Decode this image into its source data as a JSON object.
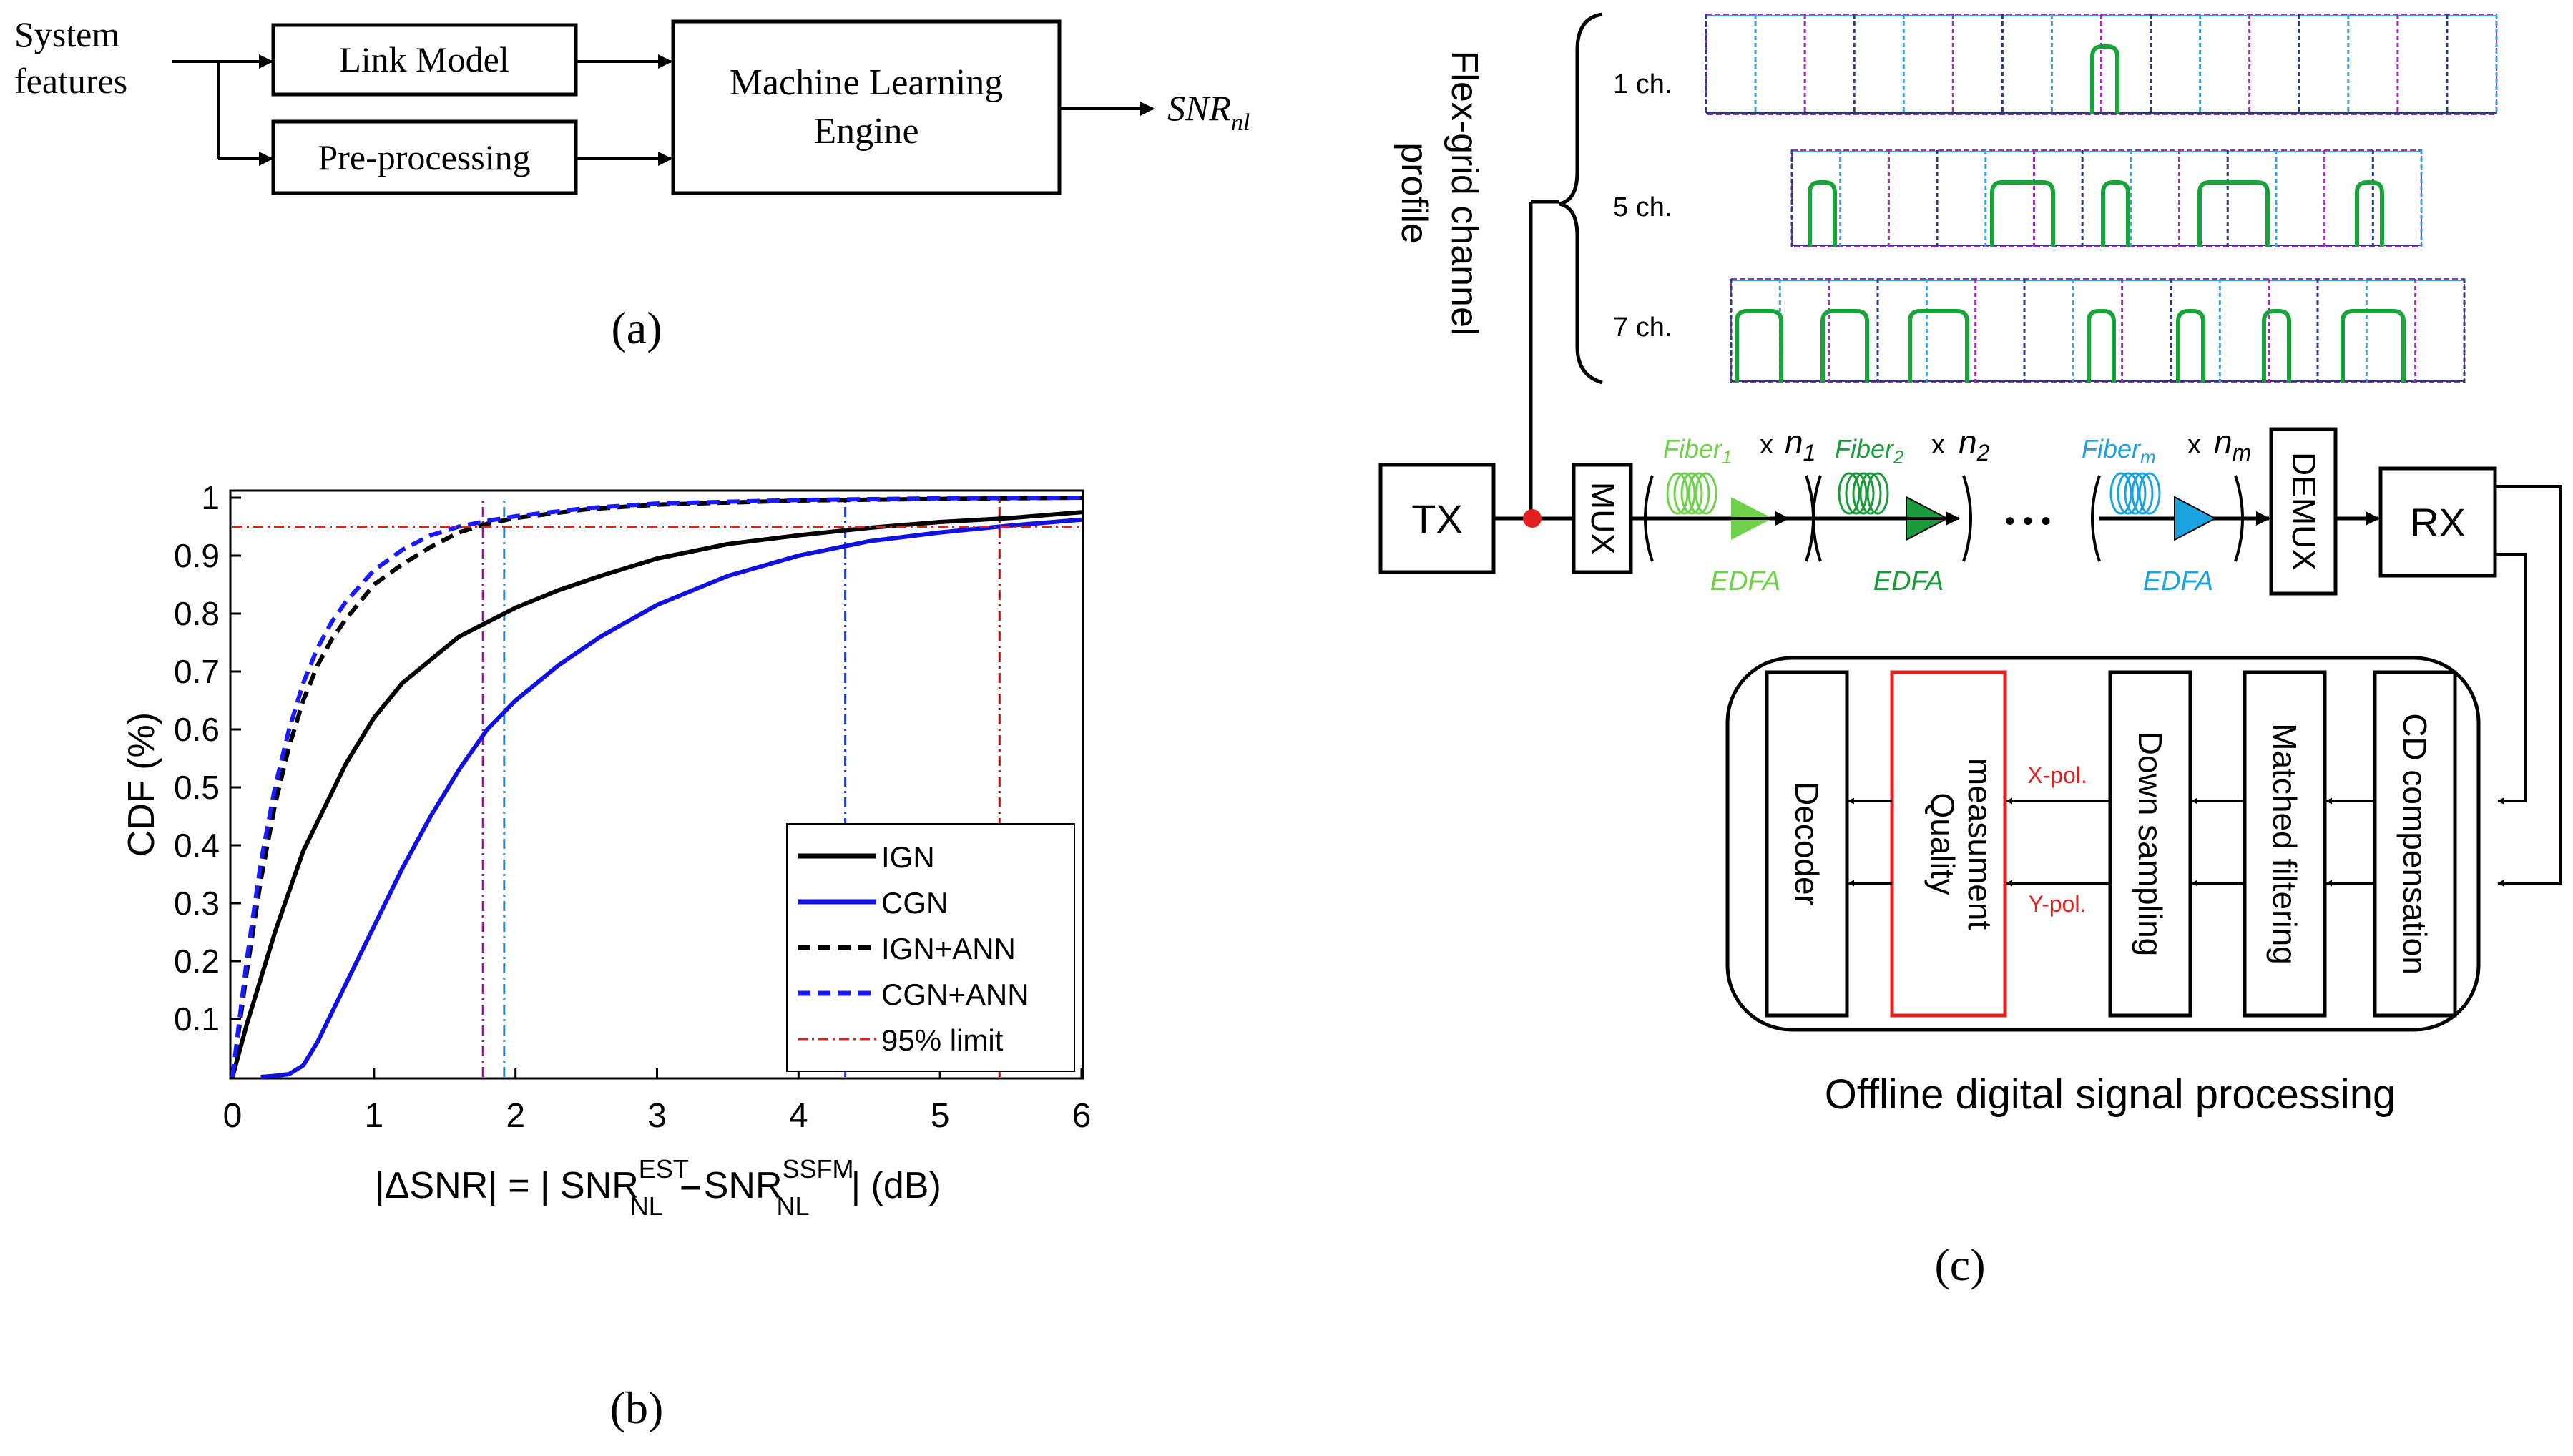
{
  "panel_a": {
    "input_line1": "System",
    "input_line2": "features",
    "link_model": "Link Model",
    "pre_processing": "Pre-processing",
    "ml_line1": "Machine Learning",
    "ml_line2": "Engine",
    "output_main": "SNR",
    "output_sub": "nl",
    "caption": "(a)"
  },
  "panel_b": {
    "caption": "(b)",
    "ylabel": "CDF (%)",
    "xlabel": {
      "prefix": "|ΔSNR| = | SNR",
      "est_sup": "EST",
      "est_sub": "NL",
      "minus": "–",
      "ssfm_main": "SNR",
      "ssfm_sup": "SSFM",
      "ssfm_sub": "NL",
      "suffix": "| (dB)"
    },
    "x_ticks": [
      "0",
      "1",
      "2",
      "3",
      "4",
      "5",
      "6"
    ],
    "y_ticks": [
      "0.1",
      "0.2",
      "0.3",
      "0.4",
      "0.5",
      "0.6",
      "0.7",
      "0.8",
      "0.9",
      "1"
    ]
  },
  "chart_data": {
    "type": "line",
    "title": "",
    "xlabel": "|ΔSNR| = | SNR_NL^EST – SNR_NL^SSFM | (dB)",
    "ylabel": "CDF (%)",
    "xlim": [
      0,
      6
    ],
    "ylim": [
      0,
      1
    ],
    "grid": false,
    "legend_position": "bottom-right",
    "colors": {
      "IGN": "#000000",
      "CGN": "#1010e0",
      "IGN+ANN": "#000000",
      "CGN+ANN": "#1a1aff",
      "limit_red": "#e02020",
      "limit_purple": "#8b1a8b",
      "limit_cyan": "#1e88c8",
      "limit_blue": "#1a3ad0",
      "limit_darkred": "#a01010"
    },
    "series": [
      {
        "name": "IGN",
        "style": "solid",
        "x": [
          0,
          0.1,
          0.2,
          0.3,
          0.4,
          0.5,
          0.6,
          0.7,
          0.8,
          0.9,
          1.0,
          1.2,
          1.4,
          1.6,
          1.8,
          2.0,
          2.3,
          2.6,
          3.0,
          3.5,
          4.0,
          4.5,
          5.0,
          5.5,
          6.0
        ],
        "y": [
          0,
          0.09,
          0.17,
          0.25,
          0.32,
          0.39,
          0.44,
          0.49,
          0.54,
          0.58,
          0.62,
          0.68,
          0.72,
          0.76,
          0.785,
          0.81,
          0.84,
          0.865,
          0.895,
          0.92,
          0.935,
          0.948,
          0.958,
          0.965,
          0.975
        ]
      },
      {
        "name": "CGN",
        "style": "solid",
        "x": [
          0.2,
          0.3,
          0.4,
          0.5,
          0.6,
          0.7,
          0.8,
          0.9,
          1.0,
          1.1,
          1.2,
          1.4,
          1.6,
          1.8,
          2.0,
          2.3,
          2.6,
          3.0,
          3.5,
          4.0,
          4.5,
          5.0,
          5.5,
          6.0
        ],
        "y": [
          0,
          0.002,
          0.005,
          0.02,
          0.06,
          0.11,
          0.16,
          0.21,
          0.26,
          0.31,
          0.36,
          0.45,
          0.53,
          0.6,
          0.65,
          0.71,
          0.76,
          0.815,
          0.865,
          0.9,
          0.925,
          0.94,
          0.952,
          0.962
        ]
      },
      {
        "name": "IGN+ANN",
        "style": "dashed",
        "x": [
          0,
          0.1,
          0.2,
          0.3,
          0.4,
          0.5,
          0.6,
          0.7,
          0.8,
          1.0,
          1.2,
          1.4,
          1.6,
          1.8,
          2.0,
          2.5,
          3.0,
          4.0,
          5.0,
          6.0
        ],
        "y": [
          0,
          0.18,
          0.34,
          0.47,
          0.57,
          0.65,
          0.71,
          0.755,
          0.79,
          0.85,
          0.885,
          0.915,
          0.94,
          0.955,
          0.965,
          0.98,
          0.988,
          0.995,
          0.998,
          1.0
        ]
      },
      {
        "name": "CGN+ANN",
        "style": "dashed",
        "x": [
          0,
          0.1,
          0.2,
          0.3,
          0.4,
          0.5,
          0.6,
          0.7,
          0.8,
          1.0,
          1.2,
          1.4,
          1.6,
          1.8,
          2.0,
          2.5,
          3.0,
          4.0,
          5.0,
          6.0
        ],
        "y": [
          0,
          0.2,
          0.37,
          0.5,
          0.6,
          0.68,
          0.74,
          0.785,
          0.82,
          0.875,
          0.91,
          0.935,
          0.95,
          0.96,
          0.968,
          0.982,
          0.99,
          0.996,
          0.999,
          1.0
        ]
      },
      {
        "name": "95% limit",
        "style": "dashdot",
        "x": [
          0,
          6
        ],
        "y": [
          0.95,
          0.95
        ]
      }
    ],
    "vertical_limits_x": [
      1.77,
      1.92,
      4.33,
      5.42
    ]
  },
  "panel_c": {
    "caption": "(c)",
    "profile_label_line1": "Flex-grid channel",
    "profile_label_line2": "profile",
    "rows": [
      {
        "label": "1 ch."
      },
      {
        "label": "5 ch."
      },
      {
        "label": "7 ch."
      }
    ],
    "tx": "TX",
    "mux": "MUX",
    "demux": "DEMUX",
    "rx": "RX",
    "fiber1": "Fiber",
    "fiber1_sub": "1",
    "fiber2": "Fiber",
    "fiber2_sub": "2",
    "fiberm": "Fiber",
    "fiberm_sub": "m",
    "times": "x",
    "n1": "n",
    "n1_sub": "1",
    "n2": "n",
    "n2_sub": "2",
    "nm": "n",
    "nm_sub": "m",
    "edfa": "EDFA",
    "dots": "• • •",
    "blocks": {
      "cd": "CD compensation",
      "matched": "Matched filtering",
      "down": "Down sampling",
      "quality_line1": "Quality",
      "quality_line2": "measument",
      "decoder": "Decoder"
    },
    "xpol": "X-pol.",
    "ypol": "Y-pol.",
    "dsp_title": "Offline digital signal processing",
    "colors": {
      "edfa1": "#6fd14a",
      "edfa2": "#1a9a3a",
      "edfam": "#1aa3e0",
      "channel_green": "#1aa33a",
      "quality_red": "#e02020",
      "grid_purple": "#9b30b0",
      "grid_cyan": "#3aa0d8",
      "grid_navy": "#283a80"
    }
  }
}
